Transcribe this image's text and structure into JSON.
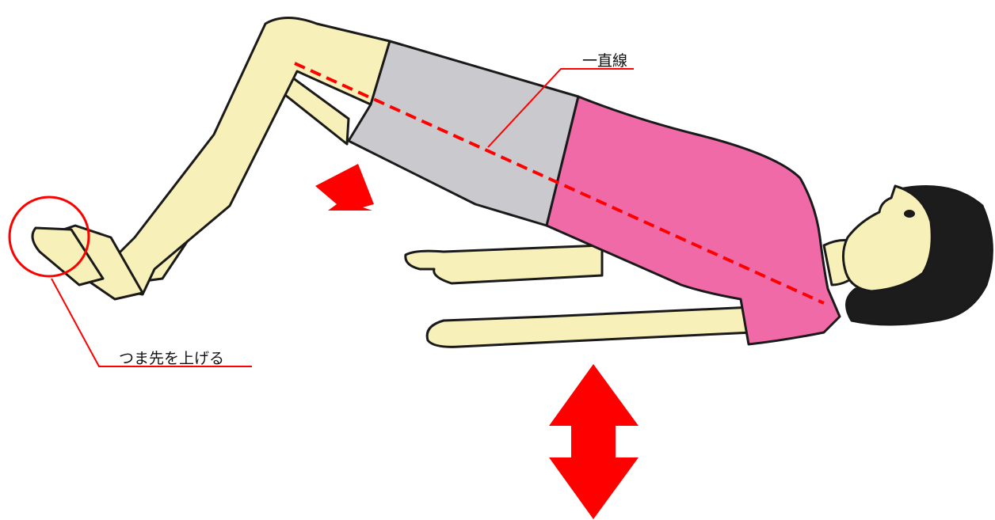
{
  "annotations": {
    "straight_line_label": "一直線",
    "toes_label": "つま先を上げる"
  },
  "colors": {
    "background": "#ffffff",
    "skin": "#f7f0b8",
    "shorts": "#c9c9ce",
    "shirt": "#f06aa8",
    "hair": "#1c1c1c",
    "outline": "#1a1a1a",
    "accent_red": "#ff0000"
  },
  "icons": [
    "lift-up-arrow",
    "up-down-arrow",
    "toe-highlight-circle"
  ]
}
